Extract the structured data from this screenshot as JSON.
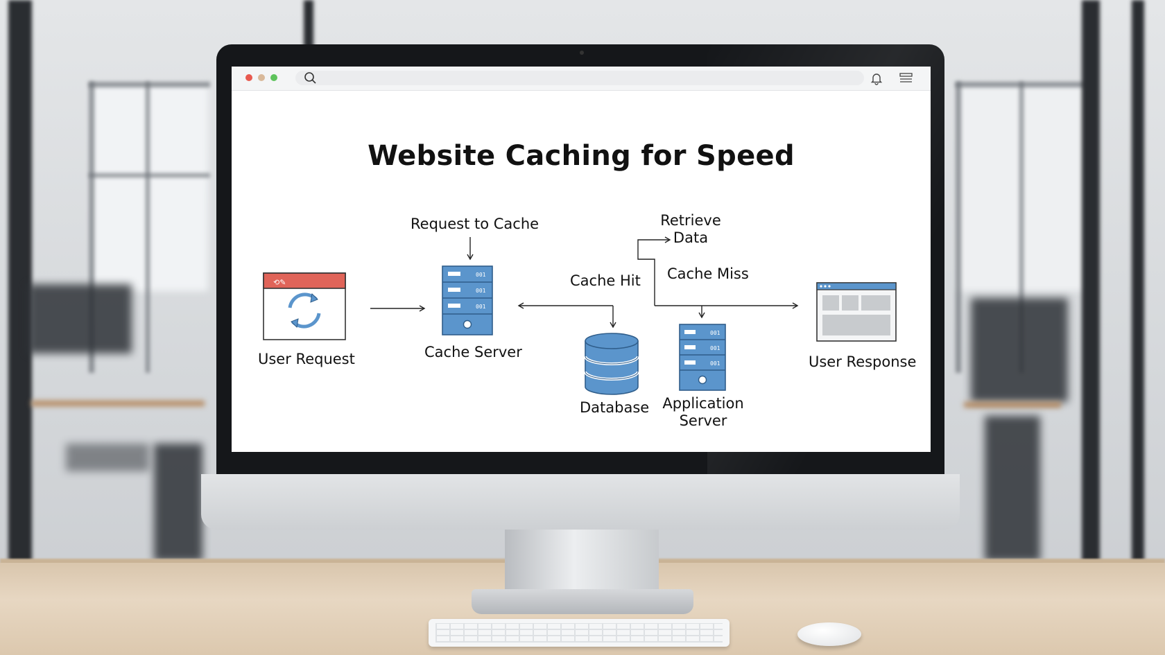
{
  "diagram": {
    "title": "Website Caching for Speed",
    "nodes": {
      "user_request": "User Request",
      "cache_server": "Cache Server",
      "database": "Database",
      "application_server_line1": "Application",
      "application_server_line2": "Server",
      "user_response": "User Response"
    },
    "edges": {
      "request_to_cache": "Request to Cache",
      "cache_hit": "Cache Hit",
      "cache_miss": "Cache Miss",
      "retrieve_data_line1": "Retrieve",
      "retrieve_data_line2": "Data"
    },
    "server_tag": "001"
  },
  "colors": {
    "accent_blue": "#5b95cc",
    "server_outline": "#2f5d8a",
    "header_red": "#e06459",
    "dot_red": "#e8594f",
    "dot_tan": "#d9b99a",
    "dot_green": "#5ec35c"
  },
  "icons": [
    "search-icon",
    "bell-icon",
    "menu-icon",
    "refresh-icon",
    "server-icon",
    "database-icon",
    "browser-window-icon"
  ]
}
